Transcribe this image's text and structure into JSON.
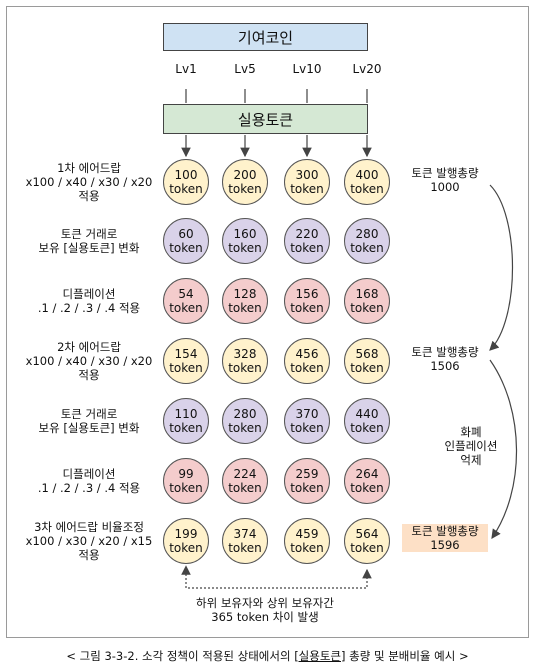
{
  "diagram": {
    "donation_coin": "기여코인",
    "utility_token": "실용토큰",
    "levels": [
      "Lv1",
      "Lv5",
      "Lv10",
      "Lv20"
    ],
    "rows": [
      {
        "label": [
          "1차 에어드랍",
          "x100 / x40 / x30 / x20",
          "적용"
        ],
        "color": "yellow",
        "values": [
          "100",
          "200",
          "300",
          "400"
        ]
      },
      {
        "label": [
          "토큰 거래로",
          "보유 [실용토큰] 변화"
        ],
        "color": "purple",
        "values": [
          "60",
          "160",
          "220",
          "280"
        ]
      },
      {
        "label": [
          "디플레이션",
          ".1 / .2 / .3 / .4 적용"
        ],
        "color": "red",
        "values": [
          "54",
          "128",
          "156",
          "168"
        ]
      },
      {
        "label": [
          "2차 에어드랍",
          "x100 / x40 / x30 / x20",
          "적용"
        ],
        "color": "yellow",
        "values": [
          "154",
          "328",
          "456",
          "568"
        ]
      },
      {
        "label": [
          "토큰 거래로",
          "보유 [실용토큰] 변화"
        ],
        "color": "purple",
        "values": [
          "110",
          "280",
          "370",
          "440"
        ]
      },
      {
        "label": [
          "디플레이션",
          ".1 / .2 / .3 / .4 적용"
        ],
        "color": "red",
        "values": [
          "99",
          "224",
          "259",
          "264"
        ]
      },
      {
        "label": [
          "3차 에어드랍 비율조정",
          "x100 / x30 / x20 / x15",
          "적용"
        ],
        "color": "yellow",
        "values": [
          "199",
          "374",
          "459",
          "564"
        ]
      }
    ],
    "token_unit": "token",
    "issue_totals": [
      {
        "title": "토큰 발행총량",
        "value": "1000"
      },
      {
        "title": "토큰 발행총량",
        "value": "1506"
      },
      {
        "title": "토큰 발행총량",
        "value": "1596"
      }
    ],
    "inflation_note": [
      "화폐",
      "인플레이션",
      "억제"
    ],
    "gap_note": [
      "하위 보유자와 상위 보유자간",
      "365 token 차이 발생"
    ],
    "colors": {
      "yellow": "#fff2cc",
      "purple": "#d9d2e9",
      "red": "#f4cccc",
      "coin_box": "#cfe2f3",
      "token_box": "#d5e8d4"
    }
  },
  "caption": {
    "prefix": "< 그림 3-3-2. 소각 정책이 적용된 상태에서의 ",
    "emphasis": "[실용토큰]",
    "suffix": " 총량 및 분배비율 예시 >"
  }
}
